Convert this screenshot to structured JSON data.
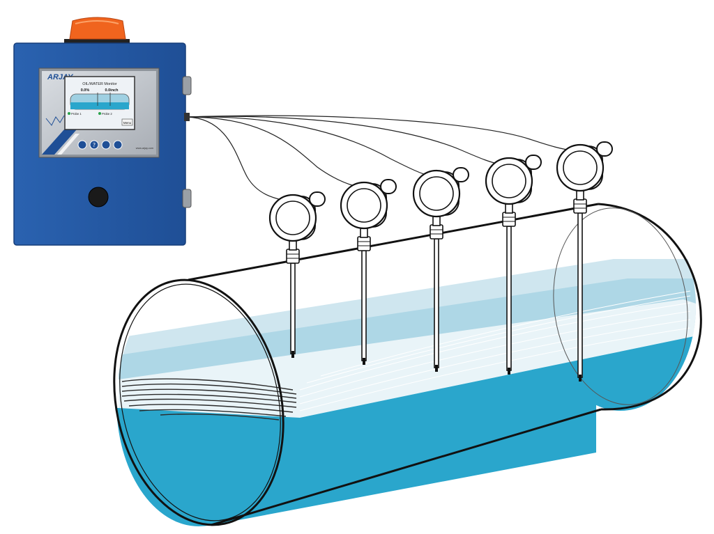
{
  "controller": {
    "brand": "ARJAY",
    "screen_title": "OIL/WATER Monitor",
    "reading_percent": "0.0%",
    "reading_inch": "0.0inch",
    "probe_1_label": "Probe 1",
    "probe_2_label": "Probe 2",
    "menu_button": "Menu",
    "website": "www.arjay.com",
    "beacon_color": "#f0641e",
    "enclosure_color": "#2a62b0"
  },
  "tank": {
    "water_color": "#2aa6cc",
    "air_color": "#cfe6ef",
    "oil_color": "#333333"
  },
  "probes": [
    {
      "id": 1
    },
    {
      "id": 2
    },
    {
      "id": 3
    },
    {
      "id": 4
    },
    {
      "id": 5
    }
  ]
}
